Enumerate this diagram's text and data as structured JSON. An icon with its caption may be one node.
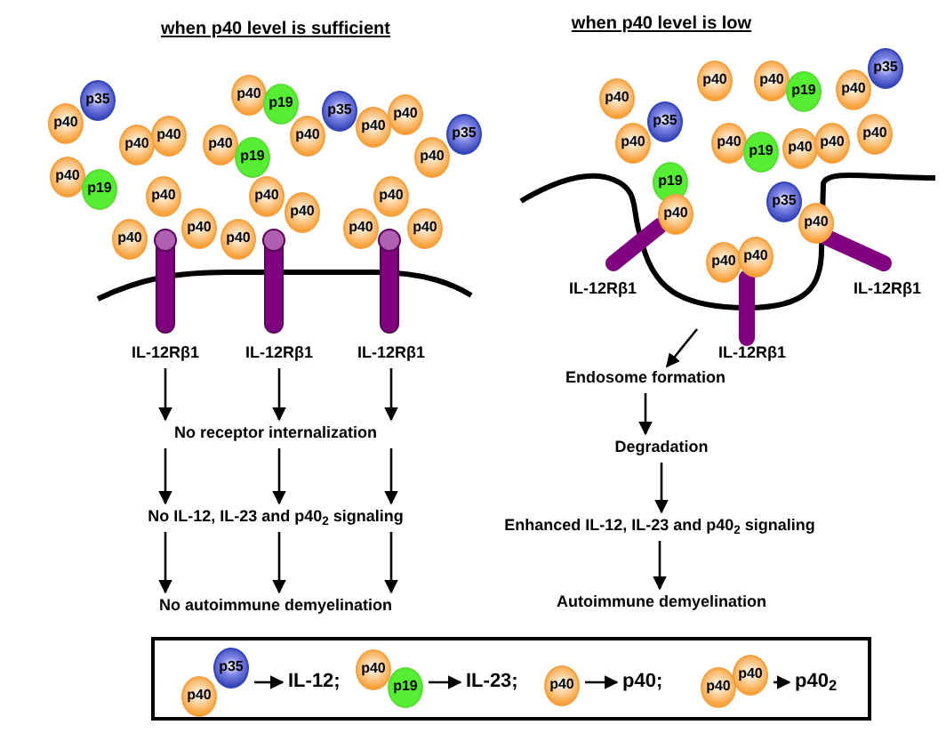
{
  "diagram": {
    "nodes": [
      {
        "text": [
          "p35"
        ]
      },
      {
        "text": [
          "p40"
        ]
      },
      {
        "text": [
          "p40"
        ]
      },
      {
        "text": [
          "p19"
        ]
      },
      {
        "text": [
          "p35"
        ]
      },
      {
        "text": [
          "p40"
        ]
      },
      {
        "text": [
          "p40"
        ]
      },
      {
        "text": [
          "p40"
        ]
      },
      {
        "text": [
          "p40"
        ]
      },
      {
        "text": [
          "p40"
        ]
      },
      {
        "text": [
          "p40"
        ]
      },
      {
        "text": [
          "p19"
        ]
      },
      {
        "text": [
          "p35"
        ]
      },
      {
        "text": [
          "p40"
        ]
      },
      {
        "text": [
          "p40"
        ]
      },
      {
        "text": [
          "p19"
        ]
      },
      {
        "text": [
          "p40"
        ]
      },
      {
        "text": [
          "p40"
        ]
      },
      {
        "text": [
          "p40"
        ]
      },
      {
        "text": [
          "p40"
        ]
      },
      {
        "text": [
          "p40"
        ]
      },
      {
        "text": [
          "p40"
        ]
      },
      {
        "text": [
          "p40"
        ]
      },
      {
        "text": [
          "p40"
        ]
      },
      {
        "text": [
          "p40"
        ]
      },
      {
        "text": [
          "IL-12Rβ1"
        ]
      },
      {
        "text": [
          "IL-12Rβ1"
        ]
      },
      {
        "text": [
          "IL-12Rβ1"
        ]
      },
      {
        "text": [
          "No receptor internalization"
        ]
      },
      {
        "text": [
          "No IL-12, IL-23 and p40$_{2}$ signaling"
        ]
      },
      {
        "text": [
          "No autoimmune demyelination"
        ]
      },
      {
        "text": [
          "p35"
        ]
      },
      {
        "text": [
          "p40"
        ]
      },
      {
        "text": [
          "p40"
        ]
      },
      {
        "text": [
          "p40"
        ]
      },
      {
        "text": [
          "p19"
        ]
      },
      {
        "text": [
          "p40"
        ]
      },
      {
        "text": [
          "p35"
        ]
      },
      {
        "text": [
          "p40"
        ]
      },
      {
        "text": [
          "p40"
        ]
      },
      {
        "text": [
          "p19"
        ]
      },
      {
        "text": [
          "p40"
        ]
      },
      {
        "text": [
          "p40"
        ]
      },
      {
        "text": [
          "p40"
        ]
      },
      {
        "text": [
          "p19"
        ]
      },
      {
        "text": [
          "p40"
        ]
      },
      {
        "text": [
          "p35"
        ]
      },
      {
        "text": [
          "p40"
        ]
      },
      {
        "text": [
          "p40"
        ]
      },
      {
        "text": [
          "p40"
        ]
      },
      {
        "text": [
          "Endosome formation"
        ]
      },
      {
        "text": [
          "Degradation"
        ]
      },
      {
        "text": [
          "Enhanced IL-12, IL-23 and p40$_{2}$ signaling"
        ]
      },
      {
        "text": [
          "Autoimmune demyelination"
        ]
      },
      {
        "text": [],
        "shape": "box"
      },
      {
        "text": [
          "p35"
        ],
        "in": 54
      },
      {
        "text": [
          "p40"
        ],
        "in": 54
      },
      {
        "text": [
          "IL-12;"
        ],
        "in": 54
      },
      {
        "text": [
          "p40"
        ],
        "in": 54
      },
      {
        "text": [
          "p19"
        ],
        "in": 54
      },
      {
        "text": [
          "IL-23;"
        ],
        "in": 54
      },
      {
        "text": [
          "p40"
        ],
        "in": 54
      },
      {
        "text": [
          "p40;"
        ],
        "in": 54
      },
      {
        "text": [
          "p40"
        ],
        "in": 54
      },
      {
        "text": [
          "p40"
        ],
        "in": 54
      },
      {
        "text": [
          "p40$_{2}$"
        ],
        "in": 54
      }
    ],
    "edges": [
      {
        "from": 25,
        "to": 28,
        "arrow": "to"
      },
      {
        "from": 26,
        "to": 28,
        "arrow": "to"
      },
      {
        "from": 27,
        "to": 28,
        "arrow": "to"
      },
      {
        "from": 28,
        "to": 29,
        "arrow": "to"
      },
      {
        "from": 28,
        "to": 29,
        "arrow": "to"
      },
      {
        "from": 28,
        "to": 29,
        "arrow": "to"
      },
      {
        "from": 29,
        "to": 30,
        "arrow": "to"
      },
      {
        "from": 29,
        "to": 30,
        "arrow": "to"
      },
      {
        "from": 29,
        "to": 30,
        "arrow": "to"
      },
      {
        "from": null,
        "to": 50,
        "arrow": "to"
      },
      {
        "from": 50,
        "to": 51,
        "arrow": "to"
      },
      {
        "from": 51,
        "to": 52,
        "arrow": "to"
      },
      {
        "from": 52,
        "to": 53,
        "arrow": "to"
      },
      {
        "from": 55,
        "to": 57,
        "arrow": "to"
      },
      {
        "from": 59,
        "to": 60,
        "arrow": "to"
      },
      {
        "from": 61,
        "to": 62,
        "arrow": "to"
      },
      {
        "from": 64,
        "to": 65,
        "arrow": "to"
      }
    ],
    "labels": [
      "when p40 level is sufficient",
      "when p40 level is low",
      "IL-12Rβ1",
      "IL-12Rβ1",
      "IL-12Rβ1"
    ]
  }
}
